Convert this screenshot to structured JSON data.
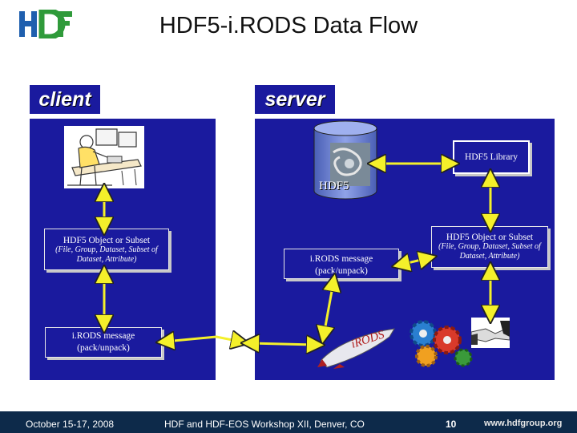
{
  "header": {
    "title": "HDF5-i.RODS Data Flow"
  },
  "sections": {
    "client": "client",
    "server": "server"
  },
  "server": {
    "hdf5_library": "HDF5 Library",
    "hdf5_file": "HDF5",
    "object_title": "HDF5 Object or Subset",
    "object_sub": "(File, Group, Dataset, Subset of Dataset, Attribute)",
    "irods_message_1": "i.RODS message",
    "irods_message_2": "(pack/unpack)"
  },
  "client": {
    "object_title": "HDF5 Object or Subset",
    "object_sub": "(File, Group, Dataset, Subset of Dataset, Attribute)",
    "irods_message_1": "i.RODS message",
    "irods_message_2": "(pack/unpack)"
  },
  "footer": {
    "date": "October 15-17, 2008",
    "event": "HDF and HDF-EOS Workshop XII, Denver, CO",
    "page": "10",
    "url": "www.hdfgroup.org"
  },
  "colors": {
    "panel": "#1a1a9e",
    "arrow": "#f4f02a",
    "footer": "#0d2a4a"
  }
}
